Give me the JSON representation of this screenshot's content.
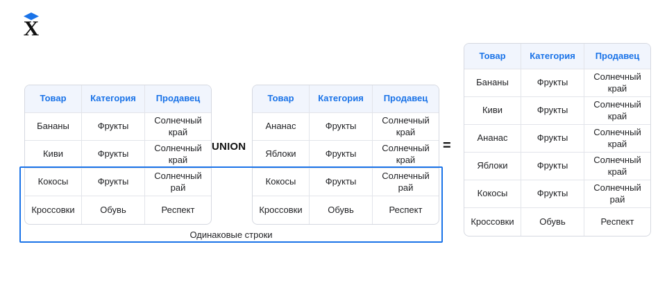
{
  "logo": {
    "name": "skillbox-logo",
    "letter": "X",
    "diamond_color": "#1a73e8",
    "letter_color": "#111111"
  },
  "colors": {
    "header_text": "#1a73e8",
    "header_bg": "#f1f5fd",
    "border": "#d5d8e0",
    "grid": "#e2e4ea",
    "highlight": "#1a73e8",
    "body_text": "#202124"
  },
  "columns": [
    "Товар",
    "Категория",
    "Продавец"
  ],
  "operators": {
    "union": "UNION",
    "equals": "="
  },
  "highlight": {
    "label": "Одинаковые строки"
  },
  "tables": {
    "left": {
      "name": "table-left",
      "headers": [
        "Товар",
        "Категория",
        "Продавец"
      ],
      "rows": [
        [
          "Бананы",
          "Фрукты",
          "Солнечный край"
        ],
        [
          "Киви",
          "Фрукты",
          "Солнечный край"
        ],
        [
          "Кокосы",
          "Фрукты",
          "Солнечный рай"
        ],
        [
          "Кроссовки",
          "Обувь",
          "Респект"
        ]
      ]
    },
    "right": {
      "name": "table-right",
      "headers": [
        "Товар",
        "Категория",
        "Продавец"
      ],
      "rows": [
        [
          "Ананас",
          "Фрукты",
          "Солнечный край"
        ],
        [
          "Яблоки",
          "Фрукты",
          "Солнечный край"
        ],
        [
          "Кокосы",
          "Фрукты",
          "Солнечный рай"
        ],
        [
          "Кроссовки",
          "Обувь",
          "Респект"
        ]
      ]
    },
    "result": {
      "name": "table-result",
      "headers": [
        "Товар",
        "Категория",
        "Продавец"
      ],
      "rows": [
        [
          "Бананы",
          "Фрукты",
          "Солнечный край"
        ],
        [
          "Киви",
          "Фрукты",
          "Солнечный край"
        ],
        [
          "Ананас",
          "Фрукты",
          "Солнечный край"
        ],
        [
          "Яблоки",
          "Фрукты",
          "Солнечный край"
        ],
        [
          "Кокосы",
          "Фрукты",
          "Солнечный рай"
        ],
        [
          "Кроссовки",
          "Обувь",
          "Респект"
        ]
      ]
    }
  }
}
